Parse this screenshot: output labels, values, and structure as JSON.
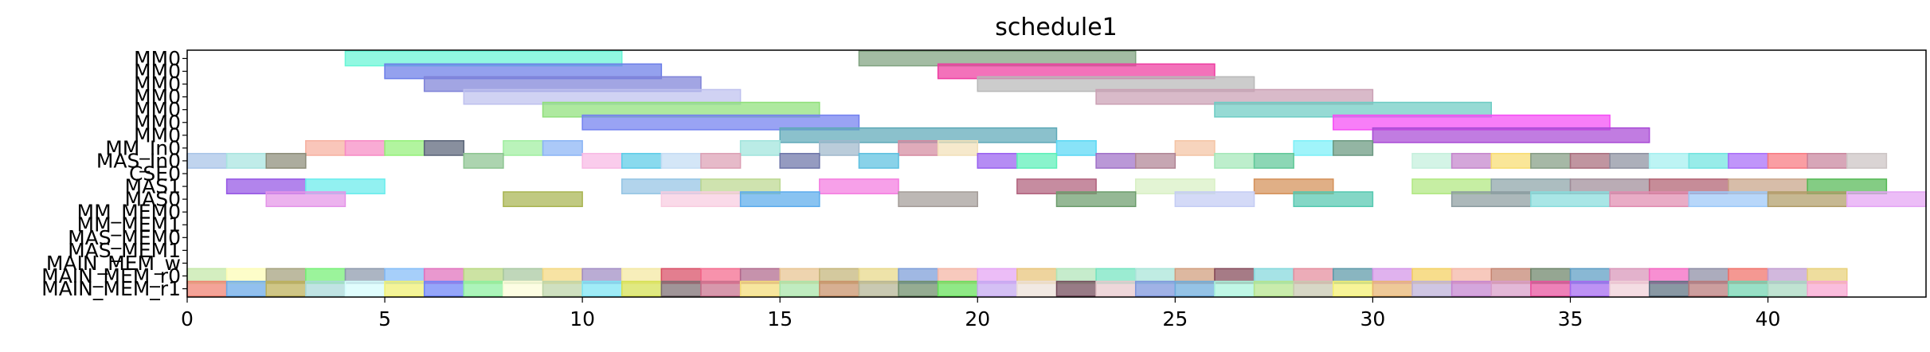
{
  "chart_data": {
    "type": "gantt",
    "title": "schedule1",
    "xlabel": "",
    "ylabel": "",
    "xlim": [
      0,
      44
    ],
    "x_ticks": [
      0,
      5,
      10,
      15,
      20,
      25,
      30,
      35,
      40
    ],
    "grid": false,
    "legend": "none",
    "rows": [
      "MM0",
      "MM0",
      "MM0",
      "MM0",
      "MM0",
      "MM0",
      "MM0",
      "MM_In0",
      "MAS_In0",
      "CSE0",
      "MAS1",
      "MAS0",
      "MM_MEM0",
      "MM_MEM1",
      "MAS_MEM0",
      "MAS_MEM1",
      "MAIN_MEM_w",
      "MAIN_MEM_r0",
      "MAIN_MEM_r1"
    ],
    "tasks": [
      {
        "row": 0,
        "start": 4,
        "end": 11,
        "color": "#67f5d6"
      },
      {
        "row": 0,
        "start": 17,
        "end": 24,
        "color": "#7fa27f"
      },
      {
        "row": 1,
        "start": 5,
        "end": 12,
        "color": "#6b7de8"
      },
      {
        "row": 1,
        "start": 19,
        "end": 26,
        "color": "#ee3ba0"
      },
      {
        "row": 2,
        "start": 6,
        "end": 13,
        "color": "#7e82d8"
      },
      {
        "row": 2,
        "start": 20,
        "end": 27,
        "color": "#b8b8b8"
      },
      {
        "row": 3,
        "start": 7,
        "end": 14,
        "color": "#bec0ee"
      },
      {
        "row": 3,
        "start": 23,
        "end": 30,
        "color": "#caa0b4"
      },
      {
        "row": 4,
        "start": 9,
        "end": 16,
        "color": "#8fe07a"
      },
      {
        "row": 4,
        "start": 26,
        "end": 33,
        "color": "#6dccc4"
      },
      {
        "row": 5,
        "start": 10,
        "end": 17,
        "color": "#7280f0"
      },
      {
        "row": 5,
        "start": 29,
        "end": 36,
        "color": "#f54cf5"
      },
      {
        "row": 6,
        "start": 15,
        "end": 22,
        "color": "#5ea9b8"
      },
      {
        "row": 6,
        "start": 30,
        "end": 37,
        "color": "#a94ad6"
      },
      {
        "row": 7,
        "start": 3,
        "end": 4,
        "color": "#f6b0a0"
      },
      {
        "row": 7,
        "start": 4,
        "end": 5,
        "color": "#f78ac4"
      },
      {
        "row": 7,
        "start": 5,
        "end": 6,
        "color": "#94f07a"
      },
      {
        "row": 7,
        "start": 6,
        "end": 7,
        "color": "#5a6478"
      },
      {
        "row": 7,
        "start": 8,
        "end": 9,
        "color": "#a0eea0"
      },
      {
        "row": 7,
        "start": 9,
        "end": 10,
        "color": "#8ab4f5"
      },
      {
        "row": 7,
        "start": 14,
        "end": 15,
        "color": "#a0e4dc"
      },
      {
        "row": 7,
        "start": 16,
        "end": 17,
        "color": "#a0b8cc"
      },
      {
        "row": 7,
        "start": 18,
        "end": 19,
        "color": "#d48aa0"
      },
      {
        "row": 7,
        "start": 19,
        "end": 20,
        "color": "#f2e0b8"
      },
      {
        "row": 7,
        "start": 22,
        "end": 23,
        "color": "#5ad8f5"
      },
      {
        "row": 7,
        "start": 25,
        "end": 26,
        "color": "#f4c4a4"
      },
      {
        "row": 7,
        "start": 28,
        "end": 29,
        "color": "#7cf0f8"
      },
      {
        "row": 7,
        "start": 29,
        "end": 30,
        "color": "#6a9880"
      },
      {
        "row": 8,
        "start": 0,
        "end": 1,
        "color": "#a8c4e8"
      },
      {
        "row": 8,
        "start": 1,
        "end": 2,
        "color": "#a8e4e0"
      },
      {
        "row": 8,
        "start": 2,
        "end": 3,
        "color": "#8c8c78"
      },
      {
        "row": 8,
        "start": 7,
        "end": 8,
        "color": "#8cc490"
      },
      {
        "row": 8,
        "start": 10,
        "end": 11,
        "color": "#f8b8e4"
      },
      {
        "row": 8,
        "start": 11,
        "end": 12,
        "color": "#5ccce8"
      },
      {
        "row": 8,
        "start": 12,
        "end": 13,
        "color": "#c4dcf4"
      },
      {
        "row": 8,
        "start": 13,
        "end": 14,
        "color": "#dca0b4"
      },
      {
        "row": 8,
        "start": 15,
        "end": 16,
        "color": "#6c74a8"
      },
      {
        "row": 8,
        "start": 17,
        "end": 18,
        "color": "#5cc0e0"
      },
      {
        "row": 8,
        "start": 20,
        "end": 21,
        "color": "#9860f0"
      },
      {
        "row": 8,
        "start": 21,
        "end": 22,
        "color": "#5cf0b8"
      },
      {
        "row": 8,
        "start": 23,
        "end": 24,
        "color": "#a070c8"
      },
      {
        "row": 8,
        "start": 24,
        "end": 25,
        "color": "#b08494"
      },
      {
        "row": 8,
        "start": 26,
        "end": 27,
        "color": "#a4e8b8"
      },
      {
        "row": 8,
        "start": 27,
        "end": 28,
        "color": "#60c898"
      },
      {
        "row": 8,
        "start": 31,
        "end": 32,
        "color": "#c4f0dc"
      },
      {
        "row": 8,
        "start": 32,
        "end": 33,
        "color": "#c484cc"
      },
      {
        "row": 8,
        "start": 33,
        "end": 34,
        "color": "#f8dc70"
      },
      {
        "row": 8,
        "start": 34,
        "end": 35,
        "color": "#849c84"
      },
      {
        "row": 8,
        "start": 35,
        "end": 36,
        "color": "#a86c7c"
      },
      {
        "row": 8,
        "start": 36,
        "end": 37,
        "color": "#8c90a0"
      },
      {
        "row": 8,
        "start": 37,
        "end": 38,
        "color": "#a4f0f0"
      },
      {
        "row": 8,
        "start": 38,
        "end": 39,
        "color": "#70e4e0"
      },
      {
        "row": 8,
        "start": 39,
        "end": 40,
        "color": "#a86cf8"
      },
      {
        "row": 8,
        "start": 40,
        "end": 41,
        "color": "#f87880"
      },
      {
        "row": 8,
        "start": 41,
        "end": 42,
        "color": "#c8849c"
      },
      {
        "row": 8,
        "start": 42,
        "end": 43,
        "color": "#ccc4c4"
      },
      {
        "row": 10,
        "start": 1,
        "end": 3,
        "color": "#9454e4"
      },
      {
        "row": 10,
        "start": 3,
        "end": 5,
        "color": "#68ecec"
      },
      {
        "row": 10,
        "start": 11,
        "end": 13,
        "color": "#94c4e4"
      },
      {
        "row": 10,
        "start": 13,
        "end": 15,
        "color": "#bcd890"
      },
      {
        "row": 10,
        "start": 16,
        "end": 18,
        "color": "#f47ce0"
      },
      {
        "row": 10,
        "start": 21,
        "end": 23,
        "color": "#b0607c"
      },
      {
        "row": 10,
        "start": 24,
        "end": 26,
        "color": "#d8f0c4"
      },
      {
        "row": 10,
        "start": 27,
        "end": 29,
        "color": "#d49058"
      },
      {
        "row": 10,
        "start": 31,
        "end": 33,
        "color": "#b0e880"
      },
      {
        "row": 10,
        "start": 33,
        "end": 35,
        "color": "#8ca4a8"
      },
      {
        "row": 10,
        "start": 35,
        "end": 37,
        "color": "#a08c98"
      },
      {
        "row": 10,
        "start": 37,
        "end": 39,
        "color": "#b06070"
      },
      {
        "row": 10,
        "start": 39,
        "end": 41,
        "color": "#c8a488"
      },
      {
        "row": 10,
        "start": 41,
        "end": 43,
        "color": "#54b854"
      },
      {
        "row": 11,
        "start": 2,
        "end": 4,
        "color": "#e494e8"
      },
      {
        "row": 11,
        "start": 8,
        "end": 10,
        "color": "#a8b450"
      },
      {
        "row": 11,
        "start": 12,
        "end": 14,
        "color": "#f8cce0"
      },
      {
        "row": 11,
        "start": 14,
        "end": 16,
        "color": "#5cacec"
      },
      {
        "row": 11,
        "start": 18,
        "end": 20,
        "color": "#a49c98"
      },
      {
        "row": 11,
        "start": 22,
        "end": 24,
        "color": "#6c9c6c"
      },
      {
        "row": 11,
        "start": 25,
        "end": 27,
        "color": "#c4ccf4"
      },
      {
        "row": 11,
        "start": 28,
        "end": 30,
        "color": "#54c8b0"
      },
      {
        "row": 11,
        "start": 32,
        "end": 34,
        "color": "#8c9ca0"
      },
      {
        "row": 11,
        "start": 34,
        "end": 36,
        "color": "#88dcdc"
      },
      {
        "row": 11,
        "start": 36,
        "end": 38,
        "color": "#e08cb0"
      },
      {
        "row": 11,
        "start": 38,
        "end": 40,
        "color": "#9cc8f8"
      },
      {
        "row": 11,
        "start": 40,
        "end": 42,
        "color": "#b09c68"
      },
      {
        "row": 11,
        "start": 42,
        "end": 44,
        "color": "#e4a4f4"
      },
      {
        "row": 17,
        "start": 0,
        "end": 1,
        "color": "#c4e8a8"
      },
      {
        "row": 17,
        "start": 1,
        "end": 2,
        "color": "#fcfcb4"
      },
      {
        "row": 17,
        "start": 2,
        "end": 3,
        "color": "#a4a07c"
      },
      {
        "row": 17,
        "start": 3,
        "end": 4,
        "color": "#74f074"
      },
      {
        "row": 17,
        "start": 4,
        "end": 5,
        "color": "#8c98ac"
      },
      {
        "row": 17,
        "start": 5,
        "end": 6,
        "color": "#84bcf8"
      },
      {
        "row": 17,
        "start": 6,
        "end": 7,
        "color": "#e070bc"
      },
      {
        "row": 17,
        "start": 7,
        "end": 8,
        "color": "#b8d880"
      },
      {
        "row": 17,
        "start": 8,
        "end": 9,
        "color": "#a8c8a0"
      },
      {
        "row": 17,
        "start": 9,
        "end": 10,
        "color": "#f4d880"
      },
      {
        "row": 17,
        "start": 10,
        "end": 11,
        "color": "#a08cc4"
      },
      {
        "row": 17,
        "start": 11,
        "end": 12,
        "color": "#f4e8a0"
      },
      {
        "row": 17,
        "start": 12,
        "end": 13,
        "color": "#d84c64"
      },
      {
        "row": 17,
        "start": 13,
        "end": 14,
        "color": "#f4688c"
      },
      {
        "row": 17,
        "start": 14,
        "end": 15,
        "color": "#b0688c"
      },
      {
        "row": 17,
        "start": 15,
        "end": 16,
        "color": "#e8c490"
      },
      {
        "row": 17,
        "start": 16,
        "end": 17,
        "color": "#c4b478"
      },
      {
        "row": 17,
        "start": 17,
        "end": 18,
        "color": "#e8d888"
      },
      {
        "row": 17,
        "start": 18,
        "end": 19,
        "color": "#7c9cd8"
      },
      {
        "row": 17,
        "start": 19,
        "end": 20,
        "color": "#f4b4a4"
      },
      {
        "row": 17,
        "start": 20,
        "end": 21,
        "color": "#e4a4f4"
      },
      {
        "row": 17,
        "start": 21,
        "end": 22,
        "color": "#e8c478"
      },
      {
        "row": 17,
        "start": 22,
        "end": 23,
        "color": "#b0e4b8"
      },
      {
        "row": 17,
        "start": 23,
        "end": 24,
        "color": "#74e4c0"
      },
      {
        "row": 17,
        "start": 24,
        "end": 25,
        "color": "#a8e4d8"
      },
      {
        "row": 17,
        "start": 25,
        "end": 26,
        "color": "#d09c7c"
      },
      {
        "row": 17,
        "start": 26,
        "end": 27,
        "color": "#844858"
      },
      {
        "row": 17,
        "start": 27,
        "end": 28,
        "color": "#84d8dc"
      },
      {
        "row": 17,
        "start": 28,
        "end": 29,
        "color": "#e48c9c"
      },
      {
        "row": 17,
        "start": 29,
        "end": 30,
        "color": "#5c98a8"
      },
      {
        "row": 17,
        "start": 30,
        "end": 31,
        "color": "#d494e8"
      },
      {
        "row": 17,
        "start": 31,
        "end": 32,
        "color": "#f4d060"
      },
      {
        "row": 17,
        "start": 32,
        "end": 33,
        "color": "#f4b4a4"
      },
      {
        "row": 17,
        "start": 33,
        "end": 34,
        "color": "#c48470"
      },
      {
        "row": 17,
        "start": 34,
        "end": 35,
        "color": "#6c8468"
      },
      {
        "row": 17,
        "start": 35,
        "end": 36,
        "color": "#5c9cc4"
      },
      {
        "row": 17,
        "start": 36,
        "end": 37,
        "color": "#d894b8"
      },
      {
        "row": 17,
        "start": 37,
        "end": 38,
        "color": "#f464c0"
      },
      {
        "row": 17,
        "start": 38,
        "end": 39,
        "color": "#8c8ca4"
      },
      {
        "row": 17,
        "start": 39,
        "end": 40,
        "color": "#f07068"
      },
      {
        "row": 17,
        "start": 40,
        "end": 41,
        "color": "#c09cd0"
      },
      {
        "row": 17,
        "start": 41,
        "end": 42,
        "color": "#e8d078"
      },
      {
        "row": 18,
        "start": 0,
        "end": 1,
        "color": "#f08070"
      },
      {
        "row": 18,
        "start": 1,
        "end": 2,
        "color": "#68a8e8"
      },
      {
        "row": 18,
        "start": 2,
        "end": 3,
        "color": "#bcb058"
      },
      {
        "row": 18,
        "start": 3,
        "end": 4,
        "color": "#a8d8d8"
      },
      {
        "row": 18,
        "start": 4,
        "end": 5,
        "color": "#d4fcfc"
      },
      {
        "row": 18,
        "start": 5,
        "end": 6,
        "color": "#f0f070"
      },
      {
        "row": 18,
        "start": 6,
        "end": 7,
        "color": "#6c84f8"
      },
      {
        "row": 18,
        "start": 7,
        "end": 8,
        "color": "#8cf0a0"
      },
      {
        "row": 18,
        "start": 8,
        "end": 9,
        "color": "#fcfcd8"
      },
      {
        "row": 18,
        "start": 9,
        "end": 10,
        "color": "#bcd4a8"
      },
      {
        "row": 18,
        "start": 10,
        "end": 11,
        "color": "#7ce4f4"
      },
      {
        "row": 18,
        "start": 11,
        "end": 12,
        "color": "#d4e050"
      },
      {
        "row": 18,
        "start": 12,
        "end": 13,
        "color": "#7c6c70"
      },
      {
        "row": 18,
        "start": 13,
        "end": 14,
        "color": "#c8708c"
      },
      {
        "row": 18,
        "start": 14,
        "end": 15,
        "color": "#f4dc78"
      },
      {
        "row": 18,
        "start": 15,
        "end": 16,
        "color": "#a8e4a8"
      },
      {
        "row": 18,
        "start": 16,
        "end": 17,
        "color": "#c89068"
      },
      {
        "row": 18,
        "start": 17,
        "end": 18,
        "color": "#b4b494"
      },
      {
        "row": 18,
        "start": 18,
        "end": 19,
        "color": "#6c8c68"
      },
      {
        "row": 18,
        "start": 19,
        "end": 20,
        "color": "#64e058"
      },
      {
        "row": 18,
        "start": 20,
        "end": 21,
        "color": "#c4a8f0"
      },
      {
        "row": 18,
        "start": 21,
        "end": 22,
        "color": "#ece0d8"
      },
      {
        "row": 18,
        "start": 22,
        "end": 23,
        "color": "#704858"
      },
      {
        "row": 18,
        "start": 23,
        "end": 24,
        "color": "#e8c8cc"
      },
      {
        "row": 18,
        "start": 24,
        "end": 25,
        "color": "#7c94dc"
      },
      {
        "row": 18,
        "start": 25,
        "end": 26,
        "color": "#6cacdc"
      },
      {
        "row": 18,
        "start": 26,
        "end": 27,
        "color": "#a8f4dc"
      },
      {
        "row": 18,
        "start": 27,
        "end": 28,
        "color": "#b4e48c"
      },
      {
        "row": 18,
        "start": 28,
        "end": 29,
        "color": "#c8c8b0"
      },
      {
        "row": 18,
        "start": 29,
        "end": 30,
        "color": "#f4f070"
      },
      {
        "row": 18,
        "start": 30,
        "end": 31,
        "color": "#e8b470"
      },
      {
        "row": 18,
        "start": 31,
        "end": 32,
        "color": "#bcb0d8"
      },
      {
        "row": 18,
        "start": 32,
        "end": 33,
        "color": "#c484d0"
      },
      {
        "row": 18,
        "start": 33,
        "end": 34,
        "color": "#d89cc8"
      },
      {
        "row": 18,
        "start": 34,
        "end": 35,
        "color": "#e8509c"
      },
      {
        "row": 18,
        "start": 35,
        "end": 36,
        "color": "#a468f0"
      },
      {
        "row": 18,
        "start": 36,
        "end": 37,
        "color": "#f0d0d8"
      },
      {
        "row": 18,
        "start": 37,
        "end": 38,
        "color": "#5c7080"
      },
      {
        "row": 18,
        "start": 38,
        "end": 39,
        "color": "#b87878"
      },
      {
        "row": 18,
        "start": 39,
        "end": 40,
        "color": "#70d4b0"
      },
      {
        "row": 18,
        "start": 40,
        "end": 41,
        "color": "#a8d8c0"
      },
      {
        "row": 18,
        "start": 41,
        "end": 42,
        "color": "#f8a4d0"
      }
    ]
  }
}
